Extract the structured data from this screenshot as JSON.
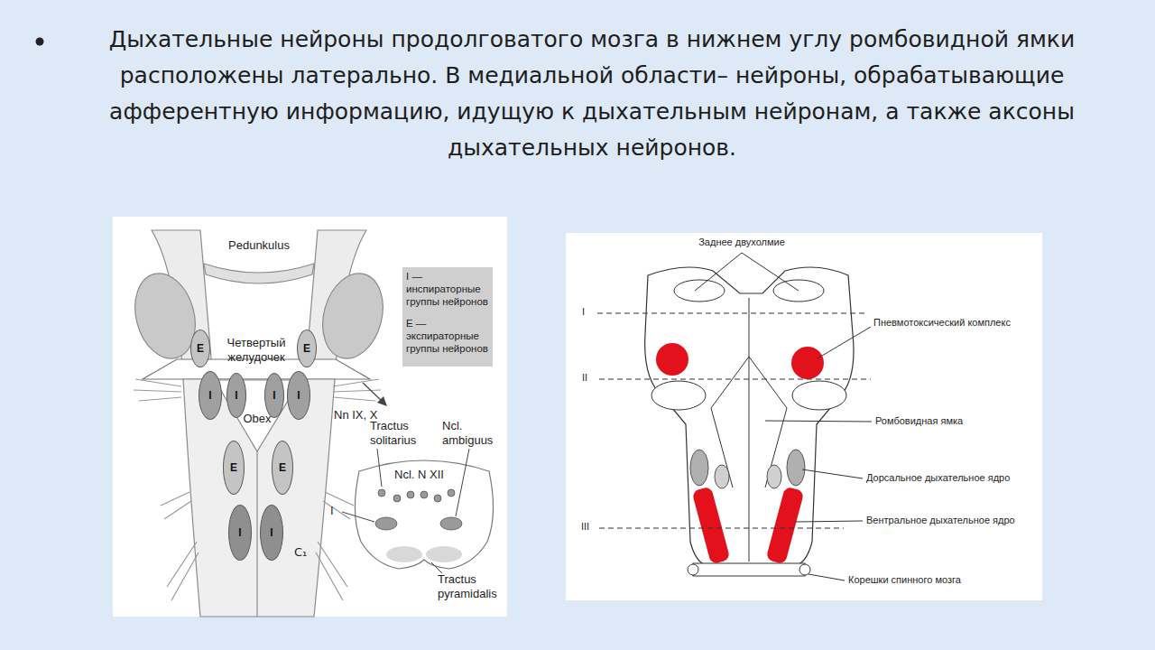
{
  "diagram": {
    "title": "Дыхательные нейроны продолговатого мозга в нижнем углу ромбовидной ямки расположены латерально. В медиальной области– нейроны, обрабатывающие афферентную информацию, идущую к дыхательным нейронам, а также аксоны дыхательных нейронов.",
    "nodes": [
      {
        "text": [
          "E"
        ]
      },
      {
        "text": [
          "E"
        ]
      },
      {
        "text": [
          "I"
        ]
      },
      {
        "text": [
          "I"
        ]
      },
      {
        "text": [
          "I"
        ]
      },
      {
        "text": [
          "I"
        ]
      },
      {
        "text": [
          "E"
        ]
      },
      {
        "text": [
          "E"
        ]
      },
      {
        "text": [
          "I"
        ]
      },
      {
        "text": [
          "I"
        ]
      }
    ],
    "labels": [
      "Pedunkulus",
      "I — инспираторные группы нейронов",
      "E — экспираторные группы нейронов",
      "Четвертый желудочек",
      "Obex",
      "Nn IX, X",
      "Tractus solitarius",
      "Ncl. ambiguus",
      "Ncl. N XII",
      "I",
      "C₁",
      "Tractus pyramidalis",
      "Заднее двухолмие",
      "I",
      "Пневмотоксический комплекс",
      "II",
      "Ромбовидная ямка",
      "Дорсальное дыхательное ядро",
      "Вентральное дыхательное ядро",
      "III",
      "Корешки спинного мозга"
    ]
  }
}
